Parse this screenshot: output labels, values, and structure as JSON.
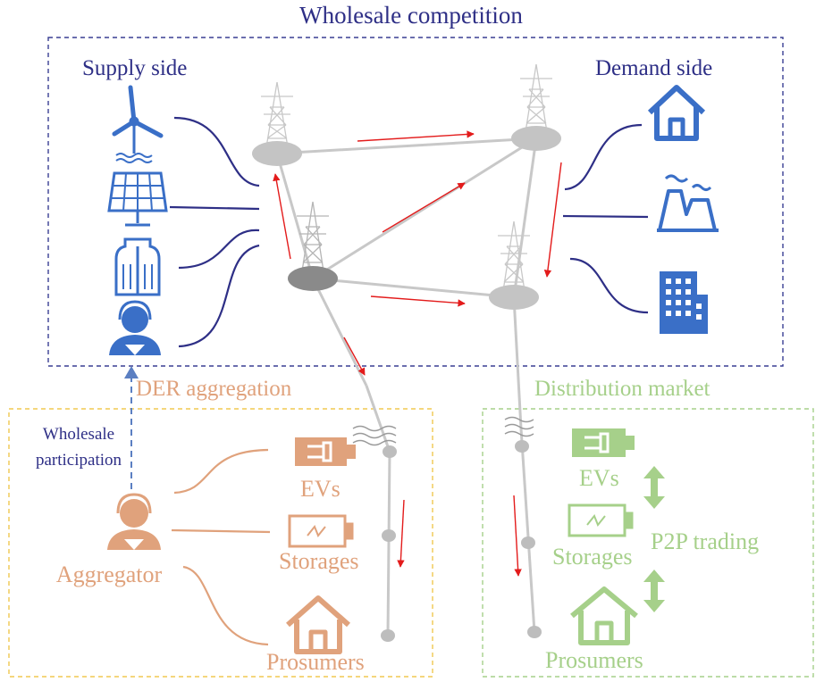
{
  "title": "Wholesale competition",
  "supply_side": {
    "label": "Supply side",
    "icons": [
      "wind-turbine-icon",
      "solar-panel-icon",
      "gas-tank-icon",
      "operator-icon"
    ]
  },
  "demand_side": {
    "label": "Demand side",
    "icons": [
      "house-icon",
      "factory-icon",
      "office-building-icon"
    ]
  },
  "der_aggregation": {
    "label": "DER aggregation",
    "participation_label_line1": "Wholesale",
    "participation_label_line2": "participation",
    "aggregator_label": "Aggregator",
    "items": [
      "EVs",
      "Storages",
      "Prosumers"
    ]
  },
  "distribution_market": {
    "label": "Distribution market",
    "items": [
      "EVs",
      "Storages",
      "Prosumers"
    ],
    "p2p_label": "P2P trading"
  },
  "colors": {
    "wholesale": "#2e2f86",
    "supply_line": "#2e2f86",
    "icon_blue": "#3a6fc7",
    "der": "#e0a27c",
    "der_border": "#f0c850",
    "distribution": "#a6d08a",
    "flow_arrow": "#e31b1b",
    "grid_line": "#c8c8c8",
    "node": "#bdbdbd",
    "node_dark": "#8a8a8a"
  }
}
